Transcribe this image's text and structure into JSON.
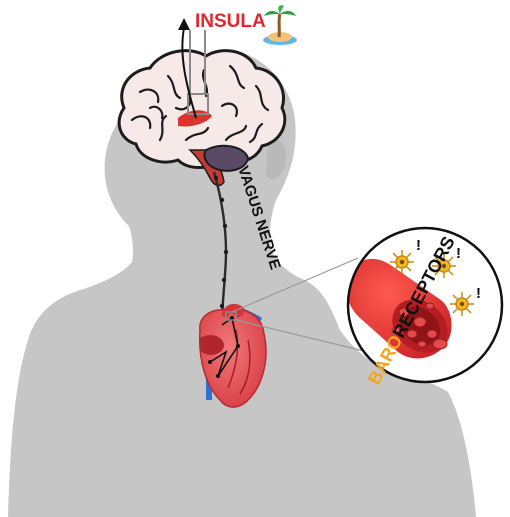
{
  "labels": {
    "insula": "INSULA",
    "vagus_nerve": "VAGUS NERVE",
    "baro": "BARO",
    "receptors": "RECEPTORS",
    "alert": "!"
  },
  "icons": {
    "insula_marker": "palm-island-icon",
    "receptor_cell": "neuron-cell-icon"
  },
  "colors": {
    "silhouette": "#c6c6c6",
    "insula_text": "#e3262f",
    "baro_text": "#f2a51f",
    "receptors_text": "#111111",
    "nerve": "#2b2b2b",
    "vessel": "#d42a2a",
    "brain": "#f6e9e8",
    "heart": "#e8474a",
    "heart_vessel": "#2f6fd6",
    "neuron": "#f5b52a"
  }
}
